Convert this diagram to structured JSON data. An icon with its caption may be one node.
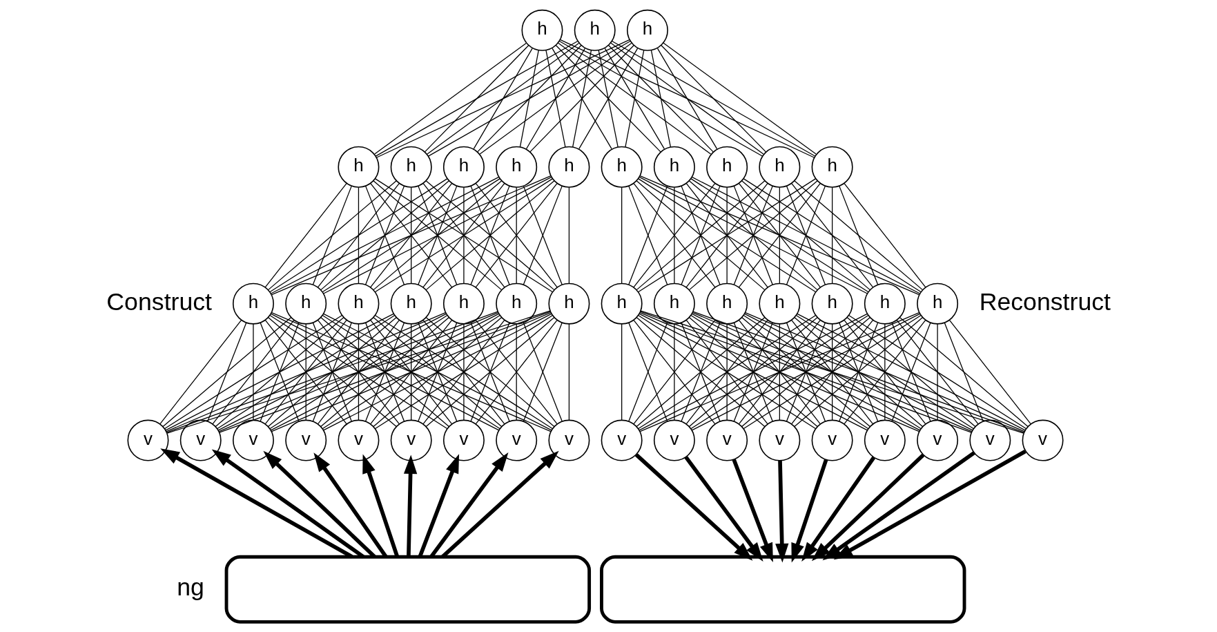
{
  "diagram": {
    "nodes": [
      {
        "text": [
          "h"
        ]
      },
      {
        "text": [
          "h"
        ]
      },
      {
        "text": [
          "h"
        ]
      },
      {
        "text": [
          "h"
        ]
      },
      {
        "text": [
          "h"
        ]
      },
      {
        "text": [
          "h"
        ]
      },
      {
        "text": [
          "h"
        ]
      },
      {
        "text": [
          "h"
        ]
      },
      {
        "text": [
          "h"
        ]
      },
      {
        "text": [
          "h"
        ]
      },
      {
        "text": [
          "h"
        ]
      },
      {
        "text": [
          "h"
        ]
      },
      {
        "text": [
          "h"
        ]
      },
      {
        "text": [
          "h"
        ]
      },
      {
        "text": [
          "h"
        ]
      },
      {
        "text": [
          "h"
        ]
      },
      {
        "text": [
          "h"
        ]
      },
      {
        "text": [
          "h"
        ]
      },
      {
        "text": [
          "h"
        ]
      },
      {
        "text": [
          "h"
        ]
      },
      {
        "text": [
          "h"
        ]
      },
      {
        "text": [
          "h"
        ]
      },
      {
        "text": [
          "h"
        ]
      },
      {
        "text": [
          "h"
        ]
      },
      {
        "text": [
          "h"
        ]
      },
      {
        "text": [
          "h"
        ]
      },
      {
        "text": [
          "h"
        ]
      },
      {
        "text": [
          "v"
        ]
      },
      {
        "text": [
          "v"
        ]
      },
      {
        "text": [
          "v"
        ]
      },
      {
        "text": [
          "v"
        ]
      },
      {
        "text": [
          "v"
        ]
      },
      {
        "text": [
          "v"
        ]
      },
      {
        "text": [
          "v"
        ]
      },
      {
        "text": [
          "v"
        ]
      },
      {
        "text": [
          "v"
        ]
      },
      {
        "text": [
          "v"
        ]
      },
      {
        "text": [
          "v"
        ]
      },
      {
        "text": [
          "v"
        ]
      },
      {
        "text": [
          "v"
        ]
      },
      {
        "text": [
          "v"
        ]
      },
      {
        "text": [
          "v"
        ]
      },
      {
        "text": [
          "v"
        ]
      },
      {
        "text": [
          "v"
        ]
      },
      {
        "text": [
          "v"
        ]
      },
      {
        "text": [],
        "shape": "box"
      },
      {
        "text": [],
        "shape": "box"
      }
    ],
    "edges": [
      {
        "from": 0,
        "to": 3,
        "arrow": "none"
      },
      {
        "from": 0,
        "to": 4,
        "arrow": "none"
      },
      {
        "from": 0,
        "to": 5,
        "arrow": "none"
      },
      {
        "from": 0,
        "to": 6,
        "arrow": "none"
      },
      {
        "from": 0,
        "to": 7,
        "arrow": "none"
      },
      {
        "from": 1,
        "to": 3,
        "arrow": "none"
      },
      {
        "from": 1,
        "to": 4,
        "arrow": "none"
      },
      {
        "from": 1,
        "to": 5,
        "arrow": "none"
      },
      {
        "from": 1,
        "to": 6,
        "arrow": "none"
      },
      {
        "from": 1,
        "to": 7,
        "arrow": "none"
      },
      {
        "from": 2,
        "to": 3,
        "arrow": "none"
      },
      {
        "from": 2,
        "to": 4,
        "arrow": "none"
      },
      {
        "from": 2,
        "to": 5,
        "arrow": "none"
      },
      {
        "from": 2,
        "to": 6,
        "arrow": "none"
      },
      {
        "from": 2,
        "to": 7,
        "arrow": "none"
      },
      {
        "from": 0,
        "to": 8,
        "arrow": "none"
      },
      {
        "from": 0,
        "to": 9,
        "arrow": "none"
      },
      {
        "from": 0,
        "to": 10,
        "arrow": "none"
      },
      {
        "from": 0,
        "to": 11,
        "arrow": "none"
      },
      {
        "from": 0,
        "to": 12,
        "arrow": "none"
      },
      {
        "from": 1,
        "to": 8,
        "arrow": "none"
      },
      {
        "from": 1,
        "to": 9,
        "arrow": "none"
      },
      {
        "from": 1,
        "to": 10,
        "arrow": "none"
      },
      {
        "from": 1,
        "to": 11,
        "arrow": "none"
      },
      {
        "from": 1,
        "to": 12,
        "arrow": "none"
      },
      {
        "from": 2,
        "to": 8,
        "arrow": "none"
      },
      {
        "from": 2,
        "to": 9,
        "arrow": "none"
      },
      {
        "from": 2,
        "to": 10,
        "arrow": "none"
      },
      {
        "from": 2,
        "to": 11,
        "arrow": "none"
      },
      {
        "from": 2,
        "to": 12,
        "arrow": "none"
      },
      {
        "from": 3,
        "to": 13,
        "arrow": "none"
      },
      {
        "from": 3,
        "to": 14,
        "arrow": "none"
      },
      {
        "from": 3,
        "to": 15,
        "arrow": "none"
      },
      {
        "from": 3,
        "to": 16,
        "arrow": "none"
      },
      {
        "from": 3,
        "to": 17,
        "arrow": "none"
      },
      {
        "from": 3,
        "to": 18,
        "arrow": "none"
      },
      {
        "from": 3,
        "to": 19,
        "arrow": "none"
      },
      {
        "from": 4,
        "to": 13,
        "arrow": "none"
      },
      {
        "from": 4,
        "to": 14,
        "arrow": "none"
      },
      {
        "from": 4,
        "to": 15,
        "arrow": "none"
      },
      {
        "from": 4,
        "to": 16,
        "arrow": "none"
      },
      {
        "from": 4,
        "to": 17,
        "arrow": "none"
      },
      {
        "from": 4,
        "to": 18,
        "arrow": "none"
      },
      {
        "from": 4,
        "to": 19,
        "arrow": "none"
      },
      {
        "from": 5,
        "to": 13,
        "arrow": "none"
      },
      {
        "from": 5,
        "to": 14,
        "arrow": "none"
      },
      {
        "from": 5,
        "to": 15,
        "arrow": "none"
      },
      {
        "from": 5,
        "to": 16,
        "arrow": "none"
      },
      {
        "from": 5,
        "to": 17,
        "arrow": "none"
      },
      {
        "from": 5,
        "to": 18,
        "arrow": "none"
      },
      {
        "from": 5,
        "to": 19,
        "arrow": "none"
      },
      {
        "from": 6,
        "to": 13,
        "arrow": "none"
      },
      {
        "from": 6,
        "to": 14,
        "arrow": "none"
      },
      {
        "from": 6,
        "to": 15,
        "arrow": "none"
      },
      {
        "from": 6,
        "to": 16,
        "arrow": "none"
      },
      {
        "from": 6,
        "to": 17,
        "arrow": "none"
      },
      {
        "from": 6,
        "to": 18,
        "arrow": "none"
      },
      {
        "from": 6,
        "to": 19,
        "arrow": "none"
      },
      {
        "from": 7,
        "to": 13,
        "arrow": "none"
      },
      {
        "from": 7,
        "to": 14,
        "arrow": "none"
      },
      {
        "from": 7,
        "to": 15,
        "arrow": "none"
      },
      {
        "from": 7,
        "to": 16,
        "arrow": "none"
      },
      {
        "from": 7,
        "to": 17,
        "arrow": "none"
      },
      {
        "from": 7,
        "to": 18,
        "arrow": "none"
      },
      {
        "from": 7,
        "to": 19,
        "arrow": "none"
      },
      {
        "from": 8,
        "to": 20,
        "arrow": "none"
      },
      {
        "from": 8,
        "to": 21,
        "arrow": "none"
      },
      {
        "from": 8,
        "to": 22,
        "arrow": "none"
      },
      {
        "from": 8,
        "to": 23,
        "arrow": "none"
      },
      {
        "from": 8,
        "to": 24,
        "arrow": "none"
      },
      {
        "from": 8,
        "to": 25,
        "arrow": "none"
      },
      {
        "from": 8,
        "to": 26,
        "arrow": "none"
      },
      {
        "from": 9,
        "to": 20,
        "arrow": "none"
      },
      {
        "from": 9,
        "to": 21,
        "arrow": "none"
      },
      {
        "from": 9,
        "to": 22,
        "arrow": "none"
      },
      {
        "from": 9,
        "to": 23,
        "arrow": "none"
      },
      {
        "from": 9,
        "to": 24,
        "arrow": "none"
      },
      {
        "from": 9,
        "to": 25,
        "arrow": "none"
      },
      {
        "from": 9,
        "to": 26,
        "arrow": "none"
      },
      {
        "from": 10,
        "to": 20,
        "arrow": "none"
      },
      {
        "from": 10,
        "to": 21,
        "arrow": "none"
      },
      {
        "from": 10,
        "to": 22,
        "arrow": "none"
      },
      {
        "from": 10,
        "to": 23,
        "arrow": "none"
      },
      {
        "from": 10,
        "to": 24,
        "arrow": "none"
      },
      {
        "from": 10,
        "to": 25,
        "arrow": "none"
      },
      {
        "from": 10,
        "to": 26,
        "arrow": "none"
      },
      {
        "from": 11,
        "to": 20,
        "arrow": "none"
      },
      {
        "from": 11,
        "to": 21,
        "arrow": "none"
      },
      {
        "from": 11,
        "to": 22,
        "arrow": "none"
      },
      {
        "from": 11,
        "to": 23,
        "arrow": "none"
      },
      {
        "from": 11,
        "to": 24,
        "arrow": "none"
      },
      {
        "from": 11,
        "to": 25,
        "arrow": "none"
      },
      {
        "from": 11,
        "to": 26,
        "arrow": "none"
      },
      {
        "from": 12,
        "to": 20,
        "arrow": "none"
      },
      {
        "from": 12,
        "to": 21,
        "arrow": "none"
      },
      {
        "from": 12,
        "to": 22,
        "arrow": "none"
      },
      {
        "from": 12,
        "to": 23,
        "arrow": "none"
      },
      {
        "from": 12,
        "to": 24,
        "arrow": "none"
      },
      {
        "from": 12,
        "to": 25,
        "arrow": "none"
      },
      {
        "from": 12,
        "to": 26,
        "arrow": "none"
      },
      {
        "from": 13,
        "to": 27,
        "arrow": "none"
      },
      {
        "from": 13,
        "to": 28,
        "arrow": "none"
      },
      {
        "from": 13,
        "to": 29,
        "arrow": "none"
      },
      {
        "from": 13,
        "to": 30,
        "arrow": "none"
      },
      {
        "from": 13,
        "to": 31,
        "arrow": "none"
      },
      {
        "from": 13,
        "to": 32,
        "arrow": "none"
      },
      {
        "from": 13,
        "to": 33,
        "arrow": "none"
      },
      {
        "from": 13,
        "to": 34,
        "arrow": "none"
      },
      {
        "from": 13,
        "to": 35,
        "arrow": "none"
      },
      {
        "from": 14,
        "to": 27,
        "arrow": "none"
      },
      {
        "from": 14,
        "to": 28,
        "arrow": "none"
      },
      {
        "from": 14,
        "to": 29,
        "arrow": "none"
      },
      {
        "from": 14,
        "to": 30,
        "arrow": "none"
      },
      {
        "from": 14,
        "to": 31,
        "arrow": "none"
      },
      {
        "from": 14,
        "to": 32,
        "arrow": "none"
      },
      {
        "from": 14,
        "to": 33,
        "arrow": "none"
      },
      {
        "from": 14,
        "to": 34,
        "arrow": "none"
      },
      {
        "from": 14,
        "to": 35,
        "arrow": "none"
      },
      {
        "from": 15,
        "to": 27,
        "arrow": "none"
      },
      {
        "from": 15,
        "to": 28,
        "arrow": "none"
      },
      {
        "from": 15,
        "to": 29,
        "arrow": "none"
      },
      {
        "from": 15,
        "to": 30,
        "arrow": "none"
      },
      {
        "from": 15,
        "to": 31,
        "arrow": "none"
      },
      {
        "from": 15,
        "to": 32,
        "arrow": "none"
      },
      {
        "from": 15,
        "to": 33,
        "arrow": "none"
      },
      {
        "from": 15,
        "to": 34,
        "arrow": "none"
      },
      {
        "from": 15,
        "to": 35,
        "arrow": "none"
      },
      {
        "from": 16,
        "to": 27,
        "arrow": "none"
      },
      {
        "from": 16,
        "to": 28,
        "arrow": "none"
      },
      {
        "from": 16,
        "to": 29,
        "arrow": "none"
      },
      {
        "from": 16,
        "to": 30,
        "arrow": "none"
      },
      {
        "from": 16,
        "to": 31,
        "arrow": "none"
      },
      {
        "from": 16,
        "to": 32,
        "arrow": "none"
      },
      {
        "from": 16,
        "to": 33,
        "arrow": "none"
      },
      {
        "from": 16,
        "to": 34,
        "arrow": "none"
      },
      {
        "from": 16,
        "to": 35,
        "arrow": "none"
      },
      {
        "from": 17,
        "to": 27,
        "arrow": "none"
      },
      {
        "from": 17,
        "to": 28,
        "arrow": "none"
      },
      {
        "from": 17,
        "to": 29,
        "arrow": "none"
      },
      {
        "from": 17,
        "to": 30,
        "arrow": "none"
      },
      {
        "from": 17,
        "to": 31,
        "arrow": "none"
      },
      {
        "from": 17,
        "to": 32,
        "arrow": "none"
      },
      {
        "from": 17,
        "to": 33,
        "arrow": "none"
      },
      {
        "from": 17,
        "to": 34,
        "arrow": "none"
      },
      {
        "from": 17,
        "to": 35,
        "arrow": "none"
      },
      {
        "from": 18,
        "to": 27,
        "arrow": "none"
      },
      {
        "from": 18,
        "to": 28,
        "arrow": "none"
      },
      {
        "from": 18,
        "to": 29,
        "arrow": "none"
      },
      {
        "from": 18,
        "to": 30,
        "arrow": "none"
      },
      {
        "from": 18,
        "to": 31,
        "arrow": "none"
      },
      {
        "from": 18,
        "to": 32,
        "arrow": "none"
      },
      {
        "from": 18,
        "to": 33,
        "arrow": "none"
      },
      {
        "from": 18,
        "to": 34,
        "arrow": "none"
      },
      {
        "from": 18,
        "to": 35,
        "arrow": "none"
      },
      {
        "from": 19,
        "to": 27,
        "arrow": "none"
      },
      {
        "from": 19,
        "to": 28,
        "arrow": "none"
      },
      {
        "from": 19,
        "to": 29,
        "arrow": "none"
      },
      {
        "from": 19,
        "to": 30,
        "arrow": "none"
      },
      {
        "from": 19,
        "to": 31,
        "arrow": "none"
      },
      {
        "from": 19,
        "to": 32,
        "arrow": "none"
      },
      {
        "from": 19,
        "to": 33,
        "arrow": "none"
      },
      {
        "from": 19,
        "to": 34,
        "arrow": "none"
      },
      {
        "from": 19,
        "to": 35,
        "arrow": "none"
      },
      {
        "from": 20,
        "to": 36,
        "arrow": "none"
      },
      {
        "from": 20,
        "to": 37,
        "arrow": "none"
      },
      {
        "from": 20,
        "to": 38,
        "arrow": "none"
      },
      {
        "from": 20,
        "to": 39,
        "arrow": "none"
      },
      {
        "from": 20,
        "to": 40,
        "arrow": "none"
      },
      {
        "from": 20,
        "to": 41,
        "arrow": "none"
      },
      {
        "from": 20,
        "to": 42,
        "arrow": "none"
      },
      {
        "from": 20,
        "to": 43,
        "arrow": "none"
      },
      {
        "from": 20,
        "to": 44,
        "arrow": "none"
      },
      {
        "from": 21,
        "to": 36,
        "arrow": "none"
      },
      {
        "from": 21,
        "to": 37,
        "arrow": "none"
      },
      {
        "from": 21,
        "to": 38,
        "arrow": "none"
      },
      {
        "from": 21,
        "to": 39,
        "arrow": "none"
      },
      {
        "from": 21,
        "to": 40,
        "arrow": "none"
      },
      {
        "from": 21,
        "to": 41,
        "arrow": "none"
      },
      {
        "from": 21,
        "to": 42,
        "arrow": "none"
      },
      {
        "from": 21,
        "to": 43,
        "arrow": "none"
      },
      {
        "from": 21,
        "to": 44,
        "arrow": "none"
      },
      {
        "from": 22,
        "to": 36,
        "arrow": "none"
      },
      {
        "from": 22,
        "to": 37,
        "arrow": "none"
      },
      {
        "from": 22,
        "to": 38,
        "arrow": "none"
      },
      {
        "from": 22,
        "to": 39,
        "arrow": "none"
      },
      {
        "from": 22,
        "to": 40,
        "arrow": "none"
      },
      {
        "from": 22,
        "to": 41,
        "arrow": "none"
      },
      {
        "from": 22,
        "to": 42,
        "arrow": "none"
      },
      {
        "from": 22,
        "to": 43,
        "arrow": "none"
      },
      {
        "from": 22,
        "to": 44,
        "arrow": "none"
      },
      {
        "from": 23,
        "to": 36,
        "arrow": "none"
      },
      {
        "from": 23,
        "to": 37,
        "arrow": "none"
      },
      {
        "from": 23,
        "to": 38,
        "arrow": "none"
      },
      {
        "from": 23,
        "to": 39,
        "arrow": "none"
      },
      {
        "from": 23,
        "to": 40,
        "arrow": "none"
      },
      {
        "from": 23,
        "to": 41,
        "arrow": "none"
      },
      {
        "from": 23,
        "to": 42,
        "arrow": "none"
      },
      {
        "from": 23,
        "to": 43,
        "arrow": "none"
      },
      {
        "from": 23,
        "to": 44,
        "arrow": "none"
      },
      {
        "from": 24,
        "to": 36,
        "arrow": "none"
      },
      {
        "from": 24,
        "to": 37,
        "arrow": "none"
      },
      {
        "from": 24,
        "to": 38,
        "arrow": "none"
      },
      {
        "from": 24,
        "to": 39,
        "arrow": "none"
      },
      {
        "from": 24,
        "to": 40,
        "arrow": "none"
      },
      {
        "from": 24,
        "to": 41,
        "arrow": "none"
      },
      {
        "from": 24,
        "to": 42,
        "arrow": "none"
      },
      {
        "from": 24,
        "to": 43,
        "arrow": "none"
      },
      {
        "from": 24,
        "to": 44,
        "arrow": "none"
      },
      {
        "from": 25,
        "to": 36,
        "arrow": "none"
      },
      {
        "from": 25,
        "to": 37,
        "arrow": "none"
      },
      {
        "from": 25,
        "to": 38,
        "arrow": "none"
      },
      {
        "from": 25,
        "to": 39,
        "arrow": "none"
      },
      {
        "from": 25,
        "to": 40,
        "arrow": "none"
      },
      {
        "from": 25,
        "to": 41,
        "arrow": "none"
      },
      {
        "from": 25,
        "to": 42,
        "arrow": "none"
      },
      {
        "from": 25,
        "to": 43,
        "arrow": "none"
      },
      {
        "from": 25,
        "to": 44,
        "arrow": "none"
      },
      {
        "from": 26,
        "to": 36,
        "arrow": "none"
      },
      {
        "from": 26,
        "to": 37,
        "arrow": "none"
      },
      {
        "from": 26,
        "to": 38,
        "arrow": "none"
      },
      {
        "from": 26,
        "to": 39,
        "arrow": "none"
      },
      {
        "from": 26,
        "to": 40,
        "arrow": "none"
      },
      {
        "from": 26,
        "to": 41,
        "arrow": "none"
      },
      {
        "from": 26,
        "to": 42,
        "arrow": "none"
      },
      {
        "from": 26,
        "to": 43,
        "arrow": "none"
      },
      {
        "from": 26,
        "to": 44,
        "arrow": "none"
      },
      {
        "from": 45,
        "to": 27,
        "arrow": "to",
        "style": "thick"
      },
      {
        "from": 45,
        "to": 28,
        "arrow": "to",
        "style": "thick"
      },
      {
        "from": 45,
        "to": 29,
        "arrow": "to",
        "style": "thick"
      },
      {
        "from": 45,
        "to": 30,
        "arrow": "to",
        "style": "thick"
      },
      {
        "from": 45,
        "to": 31,
        "arrow": "to",
        "style": "thick"
      },
      {
        "from": 45,
        "to": 32,
        "arrow": "to",
        "style": "thick"
      },
      {
        "from": 45,
        "to": 33,
        "arrow": "to",
        "style": "thick"
      },
      {
        "from": 45,
        "to": 34,
        "arrow": "to",
        "style": "thick"
      },
      {
        "from": 45,
        "to": 35,
        "arrow": "to",
        "style": "thick"
      },
      {
        "from": 36,
        "to": 46,
        "arrow": "to",
        "style": "thick"
      },
      {
        "from": 37,
        "to": 46,
        "arrow": "to",
        "style": "thick"
      },
      {
        "from": 38,
        "to": 46,
        "arrow": "to",
        "style": "thick"
      },
      {
        "from": 39,
        "to": 46,
        "arrow": "to",
        "style": "thick"
      },
      {
        "from": 40,
        "to": 46,
        "arrow": "to",
        "style": "thick"
      },
      {
        "from": 41,
        "to": 46,
        "arrow": "to",
        "style": "thick"
      },
      {
        "from": 42,
        "to": 46,
        "arrow": "to",
        "style": "thick"
      },
      {
        "from": 43,
        "to": 46,
        "arrow": "to",
        "style": "thick"
      },
      {
        "from": 44,
        "to": 46,
        "arrow": "to",
        "style": "thick"
      }
    ],
    "labels": [
      "Construct",
      "Reconstruct",
      "ng"
    ]
  }
}
